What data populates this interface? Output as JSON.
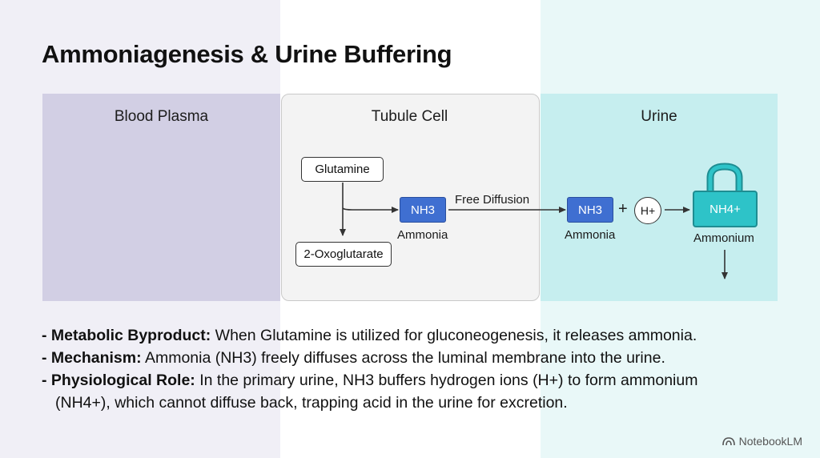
{
  "title": "Ammoniagenesis & Urine Buffering",
  "panels": {
    "plasma": "Blood Plasma",
    "tubule": "Tubule Cell",
    "urine": "Urine"
  },
  "nodes": {
    "glutamine": "Glutamine",
    "oxoglutarate": "2-Oxoglutarate",
    "nh3_cell": "NH3",
    "ammonia_cell": "Ammonia",
    "diffusion": "Free Diffusion",
    "nh3_urine": "NH3",
    "ammonia_urine": "Ammonia",
    "plus": "+",
    "hplus": "H+",
    "nh4": "NH4+",
    "ammonium": "Ammonium"
  },
  "bullets": [
    {
      "lead": "- Metabolic Byproduct:",
      "text": " When Glutamine is utilized for gluconeogenesis, it releases ammonia."
    },
    {
      "lead": "- Mechanism:",
      "text": " Ammonia (NH3) freely diffuses across the luminal membrane into the urine."
    },
    {
      "lead": "- Physiological Role:",
      "text": " In the primary urine, NH3 buffers hydrogen ions (H+) to form ammonium"
    },
    {
      "lead": "",
      "text": "(NH4+), which cannot diffuse back, trapping acid in the urine for excretion."
    }
  ],
  "brand": "NotebookLM",
  "colors": {
    "plasma_panel": "#d2cfe4",
    "tubule_panel": "#f3f3f3",
    "urine_panel": "#c6eeef",
    "nh3_box": "#3f6fd1",
    "nh4_lock": "#2ec3c8"
  },
  "icons": {
    "lock": "padlock-icon",
    "brand": "notebooklm-logo-icon"
  }
}
